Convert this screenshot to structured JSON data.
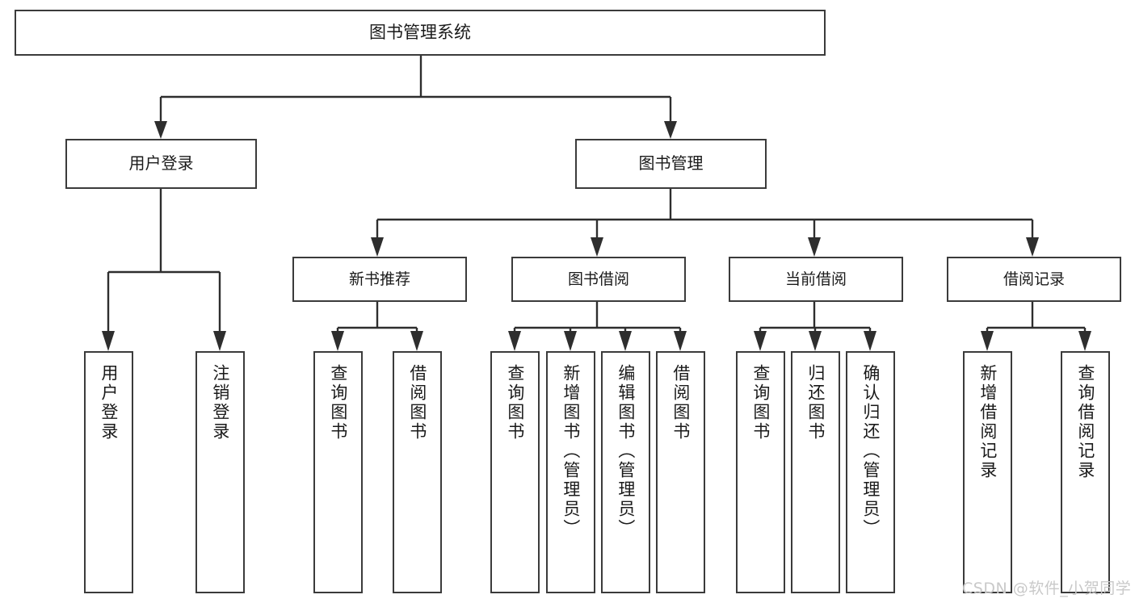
{
  "diagram": {
    "title": "图书管理系统",
    "type": "tree",
    "background": "#ffffff",
    "line_color": "#2e2e2e",
    "box_border_color": "#3b3b3b"
  },
  "root": {
    "label": "图书管理系统"
  },
  "level1": [
    {
      "label": "用户登录"
    },
    {
      "label": "图书管理"
    }
  ],
  "level2": [
    {
      "label": "新书推荐"
    },
    {
      "label": "图书借阅"
    },
    {
      "label": "当前借阅"
    },
    {
      "label": "借阅记录"
    }
  ],
  "leaves": {
    "user_login": [
      {
        "label": "用户登录"
      },
      {
        "label": "注销登录"
      }
    ],
    "new_book": [
      {
        "label": "查询图书"
      },
      {
        "label": "借阅图书"
      }
    ],
    "book_borrow": [
      {
        "label": "查询图书"
      },
      {
        "label": "新增图书（管理员）"
      },
      {
        "label": "编辑图书（管理员）"
      },
      {
        "label": "借阅图书"
      }
    ],
    "current_borrow": [
      {
        "label": "查询图书"
      },
      {
        "label": "归还图书"
      },
      {
        "label": "确认归还（管理员）"
      }
    ],
    "borrow_record": [
      {
        "label": "新增借阅记录"
      },
      {
        "label": "查询借阅记录"
      }
    ]
  },
  "watermark": {
    "text": "CSDN @软件_小贺同学"
  }
}
